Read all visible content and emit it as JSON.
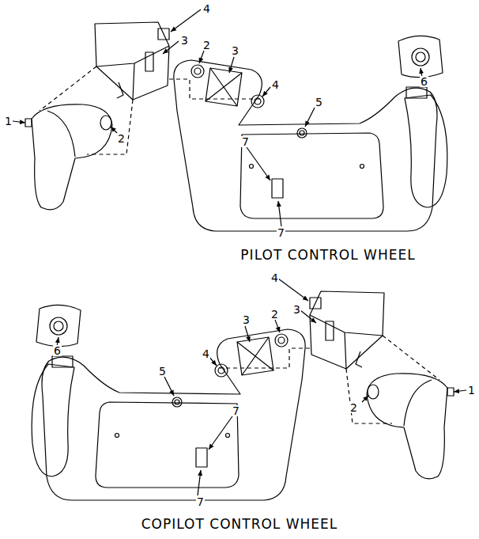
{
  "diagram": {
    "labels": [
      "4",
      "3",
      "2",
      "1",
      "2",
      "3",
      "4",
      "5",
      "7",
      "7",
      "6",
      "PILOT CONTROL WHEEL",
      "4",
      "3",
      "2",
      "1",
      "2",
      "3",
      "4",
      "5",
      "7",
      "7",
      "6",
      "COPILOT CONTROL WHEEL"
    ]
  }
}
